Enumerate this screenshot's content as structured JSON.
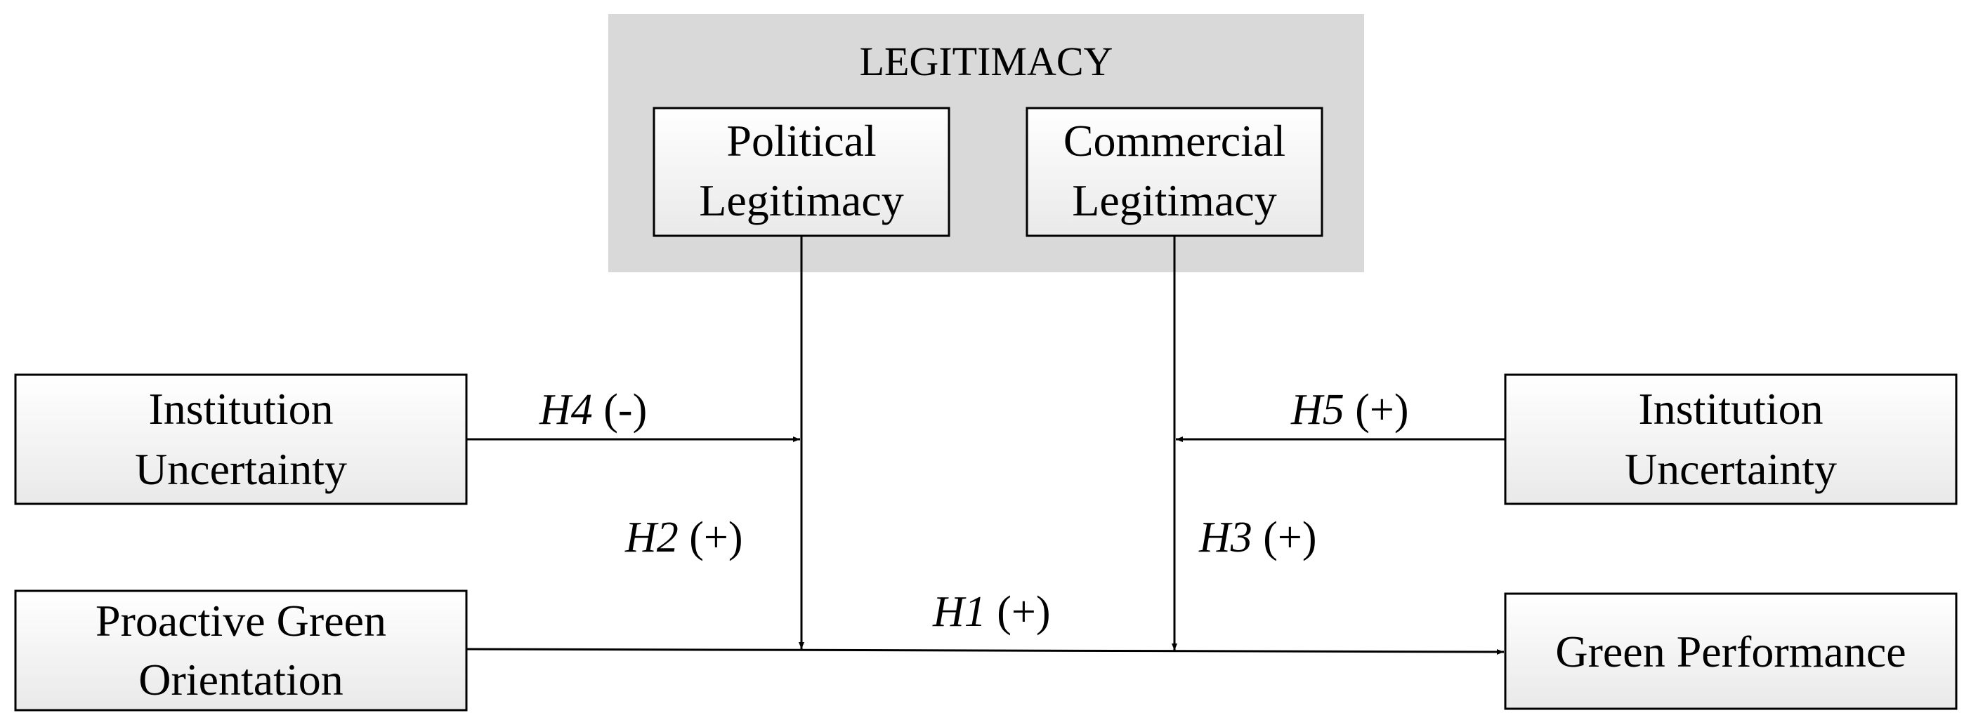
{
  "group": {
    "title": "LEGITIMACY",
    "fill": "#d9d9d9"
  },
  "colors": {
    "box_gradient_top": "#ffffff",
    "box_gradient_bottom": "#e9e9e9",
    "border": "#000000",
    "line": "#000000"
  },
  "nodes": {
    "political": {
      "line1": "Political",
      "line2": "Legitimacy"
    },
    "commercial": {
      "line1": "Commercial",
      "line2": "Legitimacy"
    },
    "institution_left": {
      "line1": "Institution",
      "line2": "Uncertainty"
    },
    "institution_right": {
      "line1": "Institution",
      "line2": "Uncertainty"
    },
    "proactive": {
      "line1": "Proactive Green",
      "line2": "Orientation"
    },
    "green_performance": {
      "line1": "Green Performance"
    }
  },
  "hypotheses": {
    "h1": {
      "id": "H1",
      "sign": " (+)"
    },
    "h2": {
      "id": "H2",
      "sign": " (+)"
    },
    "h3": {
      "id": "H3",
      "sign": " (+)"
    },
    "h4": {
      "id": "H4",
      "sign": " (-)"
    },
    "h5": {
      "id": "H5",
      "sign": " (+)"
    }
  }
}
